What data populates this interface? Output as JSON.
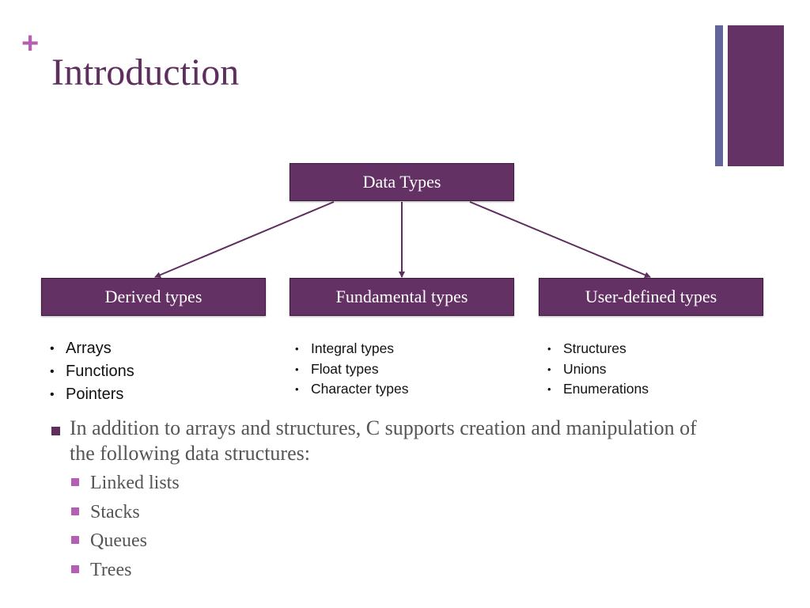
{
  "slide": {
    "plus_symbol": "+",
    "title": "Introduction",
    "diagram": {
      "root": "Data Types",
      "children": [
        {
          "label": "Derived types",
          "items": [
            "Arrays",
            "Functions",
            "Pointers"
          ]
        },
        {
          "label": "Fundamental types",
          "items": [
            "Integral types",
            "Float types",
            "Character types"
          ]
        },
        {
          "label": "User-defined types",
          "items": [
            "Structures",
            "Unions",
            "Enumerations"
          ]
        }
      ]
    },
    "bullet": {
      "text": "In addition to arrays and structures, C supports creation and manipulation of the following data structures:",
      "subitems": [
        "Linked lists",
        "Stacks",
        "Queues",
        "Trees"
      ]
    }
  },
  "colors": {
    "accent_plus": "#b45fb2",
    "title": "#5e2e5f",
    "box_fill": "#633163",
    "deco_thin": "#62649a",
    "deco_thick": "#643264",
    "sub_bullet": "#b45fb2",
    "body_text": "#555555"
  }
}
